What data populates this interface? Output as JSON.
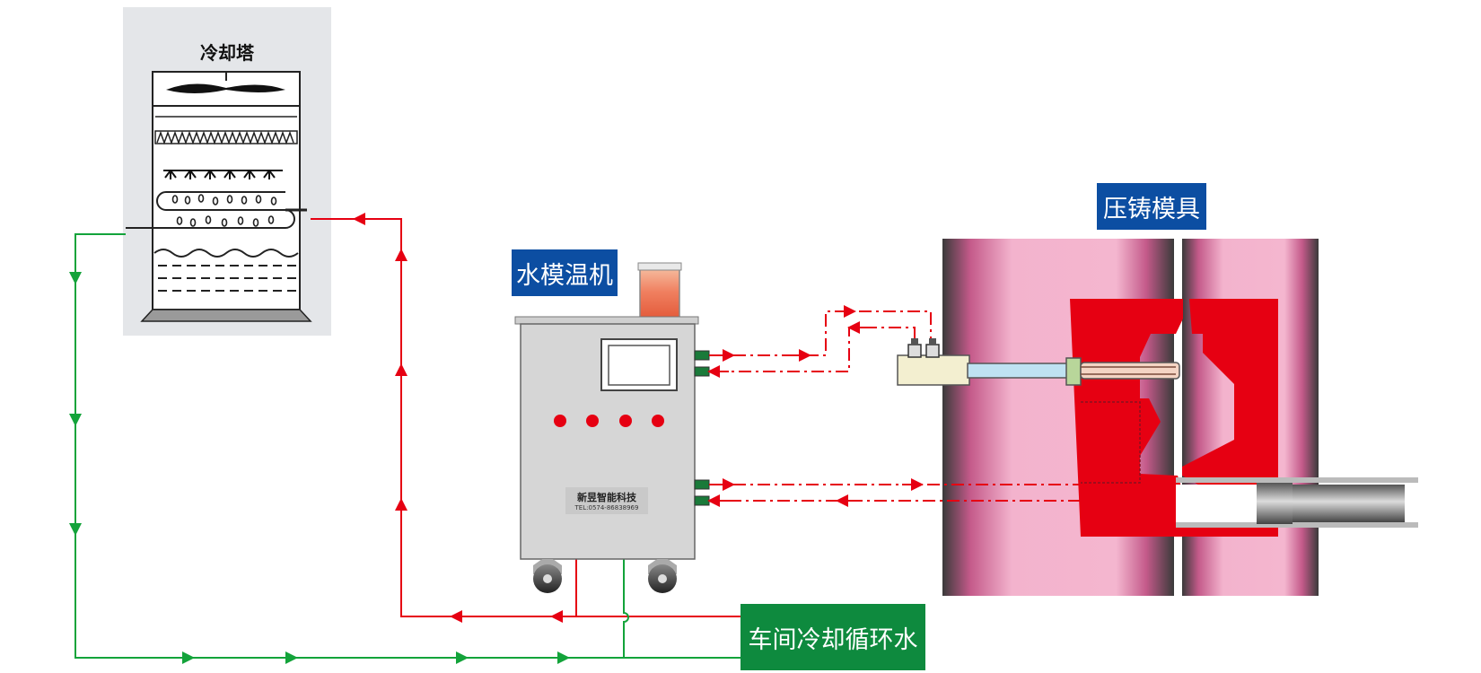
{
  "colors": {
    "red_line": "#e60012",
    "green_line": "#13a33a",
    "label_blue": "#0c4ea2",
    "label_green": "#0e8a3e",
    "mold_pink": "#f3b3cd",
    "mold_red": "#e60012"
  },
  "labels": {
    "cooling_tower": "冷却塔",
    "mold_temperature_machine": "水模温机",
    "die_casting_mold": "压铸模具",
    "workshop_cooling_water": "车间冷却循环水"
  },
  "machine": {
    "brand_name": "新昱智能科技",
    "brand_tel": "TEL:0574-86838969",
    "indicator_lights": 4,
    "port_count": 4
  }
}
